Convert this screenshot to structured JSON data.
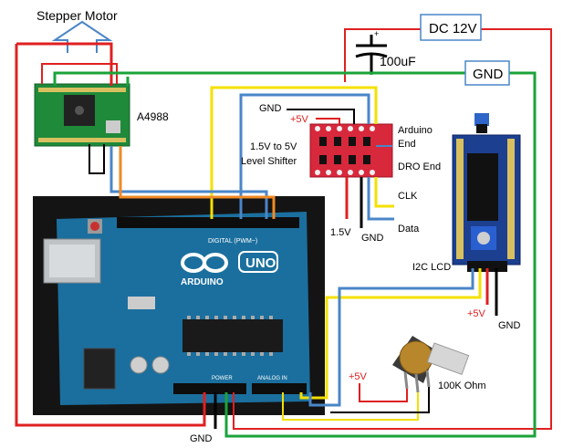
{
  "labels": {
    "stepper_motor": "Stepper Motor",
    "dc_supply": "DC 12V",
    "capacitor": "100uF",
    "gnd_bus": "GND",
    "driver": "A4988",
    "gnd_top": "GND",
    "plus5v_shifter": "+5V",
    "arduino_end": "Arduino End",
    "dro_end": "DRO End",
    "level_shifter": "1.5V to 5V Level Shifter",
    "clk": "CLK",
    "data": "Data",
    "v15": "1.5V",
    "gnd_shifter": "GND",
    "i2c_lcd": "I2C LCD",
    "plus5v_lcd": "+5V",
    "gnd_lcd": "GND",
    "plus5v_pot": "+5V",
    "potentiometer": "100K Ohm",
    "gnd_bottom": "GND",
    "arduino_logo": "ARDUINO",
    "uno": "UNO",
    "digital": "DIGITAL (PWM~)",
    "analog_in": "ANALOG IN",
    "power": "POWER"
  },
  "colors": {
    "red_wire": "#e02020",
    "green_wire": "#1aa33a",
    "yellow_wire": "#f4e000",
    "blue_wire": "#4a86c8",
    "black_wire": "#000000",
    "orange_wire": "#f08a24",
    "board_blue": "#1b6f9e",
    "driver_green": "#1f8a3a",
    "shifter_red": "#d8283c",
    "lcd_blue": "#1c3f8f"
  }
}
